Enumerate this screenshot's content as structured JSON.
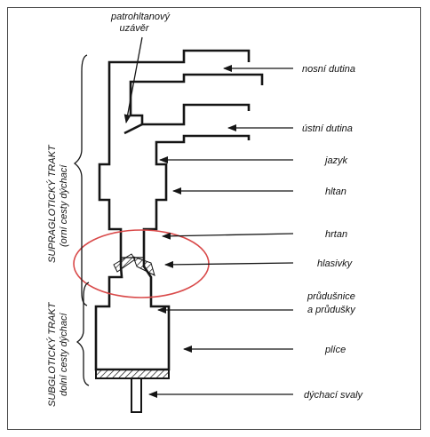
{
  "title_label": {
    "line1": "patrohltanový",
    "line2": "uzávěr"
  },
  "labels": {
    "nosni_dutina": "nosní dutina",
    "ustni_dutina": "ústní dutina",
    "jazyk": "jazyk",
    "hltan": "hltan",
    "hrtan": "hrtan",
    "hlasivky": "hlasivky",
    "prudusnice_line1": "průdušnice",
    "prudusnice_line2": "a průdušky",
    "plice": "plíce",
    "dychaci_svaly": "dýchací svaly"
  },
  "sections": {
    "supra_line1": "SUPRAGLOTICKÝ TRAKT",
    "supra_line2": "(orní cesty dýchací",
    "sub_line1": "SUBGLOTICKÝ TRAKT",
    "sub_line2": "dolní cesty dýchací"
  },
  "colors": {
    "ink": "#151515",
    "highlight": "#d94a4a",
    "frame": "#4a4a4a"
  }
}
